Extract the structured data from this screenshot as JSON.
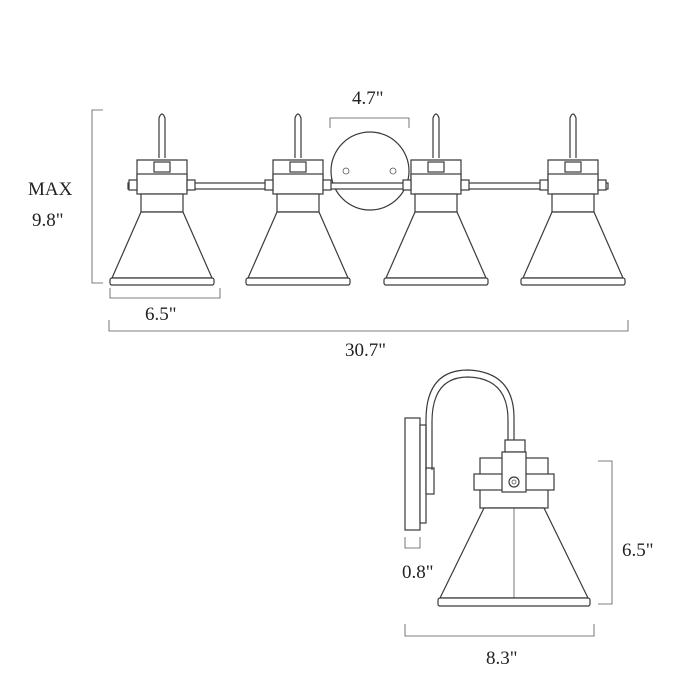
{
  "front_view": {
    "height_label_line1": "MAX",
    "height_label_line2": "9.8\"",
    "plate_width_label": "4.7\"",
    "shade_width_label": "6.5\"",
    "overall_width_label": "30.7\""
  },
  "side_view": {
    "depth_label": "0.8\"",
    "shade_height_label": "6.5\"",
    "projection_label": "8.3\""
  },
  "colors": {
    "line": "#3a3a3a",
    "background": "#ffffff"
  }
}
